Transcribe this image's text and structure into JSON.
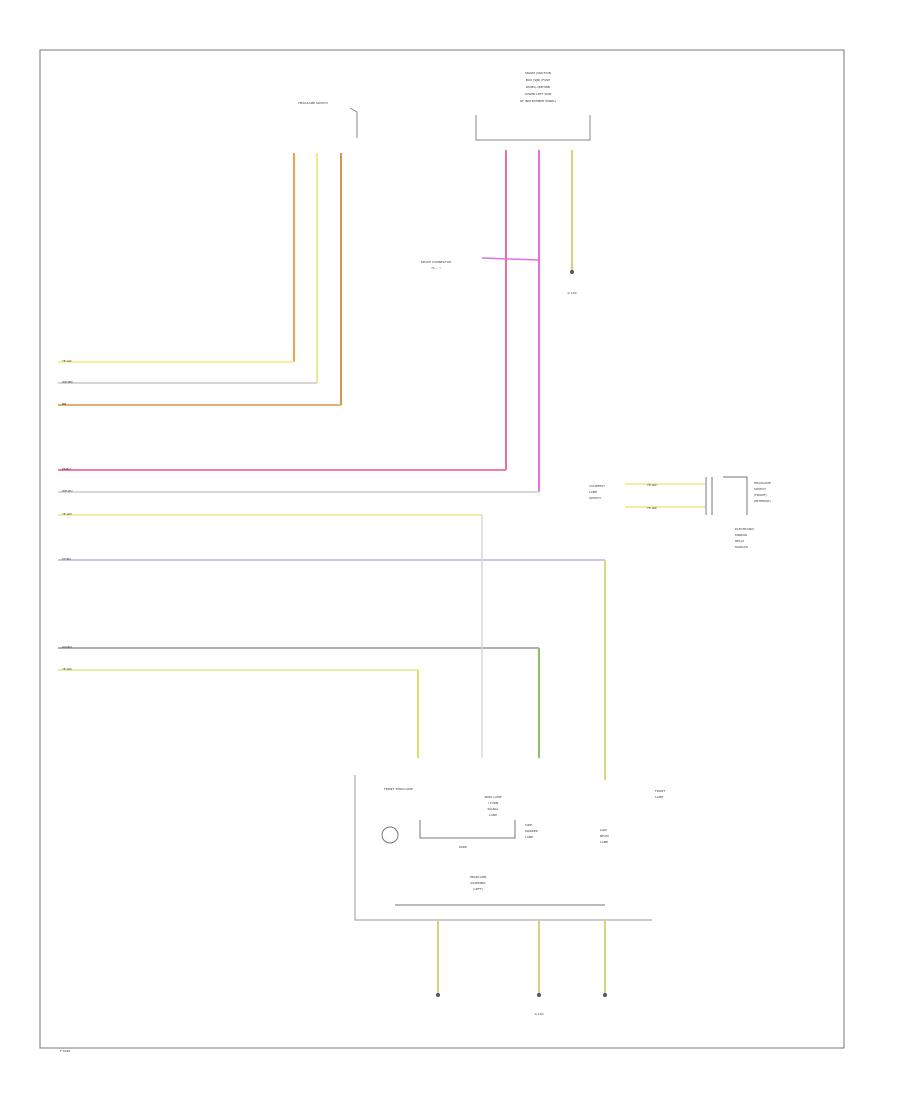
{
  "diagram": {
    "footer_code": "F 0026",
    "top_components": {
      "headlamp_switch": [
        "HEADLAMP SWITCH"
      ],
      "control_module": [
        "SMART JUNCTION",
        "BOX (SJB) (FUSE",
        "PANEL) (BEHIND",
        "LOWER LEFT SIDE",
        "OF INSTRUMENT PANEL)"
      ],
      "ground_1": "G 100",
      "ground_2": "G 100",
      "splice": [
        "SPLICE CONNECTOR",
        "(S ... )"
      ]
    },
    "left_wires": [
      {
        "label": "YE-GN",
        "color": "#f5f0a0"
      },
      {
        "label": "WH-BN",
        "color": "#d6d6d6"
      },
      {
        "label": "BN",
        "color": "#e0b070"
      },
      {
        "label": "PK-BU",
        "color": "#f07ca8"
      },
      {
        "label": "WH-BU",
        "color": "#d8d8d8"
      },
      {
        "label": "YE-GN",
        "color": "#f0f0a0"
      },
      {
        "label": "VT-BU",
        "color": "#c8c8e0"
      },
      {
        "label": "GN-BU",
        "color": "#b0b0b0"
      },
      {
        "label": "YE-GN",
        "color": "#e6f0a0"
      }
    ],
    "right_components": {
      "connector_labels": [
        "YE-GN",
        "YE-GN"
      ],
      "left_text": [
        "COURTESY",
        "LAMP",
        "SWITCH"
      ],
      "right_text": [
        "HEADLAMP",
        "SWITCH",
        "(FRONT)",
        "(INTERIOR)"
      ],
      "bottom_text": [
        "ELECTRONIC",
        "MIRROR",
        "RELAY",
        "MODULE"
      ]
    },
    "lower_assembly": {
      "left_title": "FRONT TURN LAMP",
      "center_top": [
        "PARK LAMP",
        "/ TURN",
        "SIGNAL",
        "LAMP"
      ],
      "center_label": "PARK",
      "side_label": [
        "SIDE",
        "MARKER",
        "LAMP"
      ],
      "right_lamp": [
        "LOW",
        "BEAM",
        "LAMP"
      ],
      "assembly_title": [
        "FRONT",
        "LAMP"
      ],
      "module_text": [
        "HEADLAMP",
        "ASSEMBLY",
        "(LEFT)"
      ],
      "ground": "G 100"
    }
  }
}
